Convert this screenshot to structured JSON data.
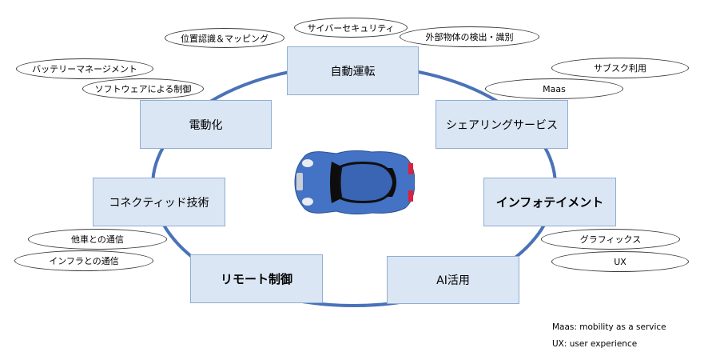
{
  "center": {
    "image": "car-top-view-icon",
    "body_color": "#4472c4",
    "light_color": "#e0203a"
  },
  "ring_color": "#4a72b8",
  "boxes": {
    "autonomous": "自動運転",
    "sharing": "シェアリングサービス",
    "infotainment": "インフォテイメント",
    "ai": "AI活用",
    "remote": "リモート制御",
    "connected": "コネクティッド技術",
    "electrification": "電動化"
  },
  "tags": {
    "cyber_security": "サイバーセキュリティ",
    "localization_mapping": "位置認識＆マッピング",
    "object_detection": "外部物体の検出・識別",
    "subscription": "サブスク利用",
    "maas": "Maas",
    "battery_management": "バッテリーマネージメント",
    "software_control": "ソフトウェアによる制御",
    "v2v": "他車との通信",
    "v2i": "インフラとの通信",
    "graphics": "グラフィックス",
    "ux": "UX"
  },
  "notes": {
    "maas": "Maas: mobility as a service",
    "ux": "UX: user experience"
  }
}
